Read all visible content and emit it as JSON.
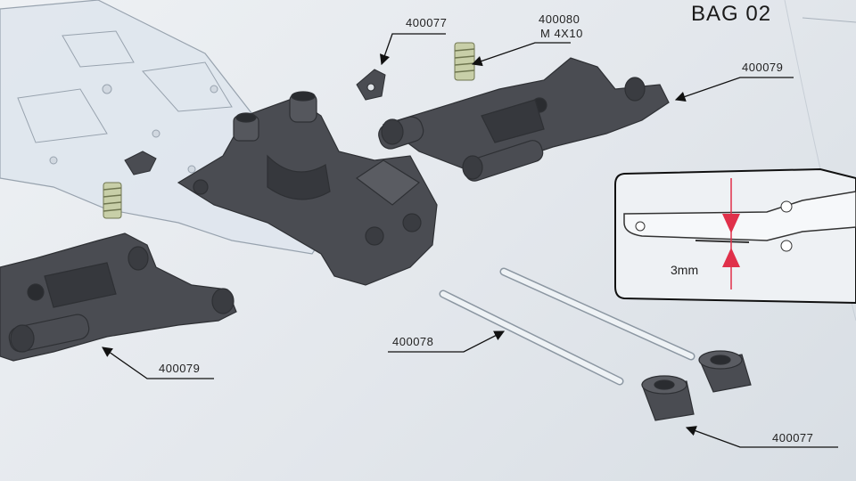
{
  "header": {
    "bag": "BAG 02"
  },
  "callouts": {
    "clip_top": "400077",
    "spring_part": "400080",
    "spring_size": "M 4X10",
    "arm_top": "400079",
    "arm_left": "400079",
    "pin": "400078",
    "bushing": "400077"
  },
  "detail": {
    "measurement": "3mm"
  },
  "colors": {
    "part": "#4a4c52",
    "plate": "#dfe6ee",
    "guide_red": "#e0304a",
    "spring": "#c8cfa8"
  }
}
